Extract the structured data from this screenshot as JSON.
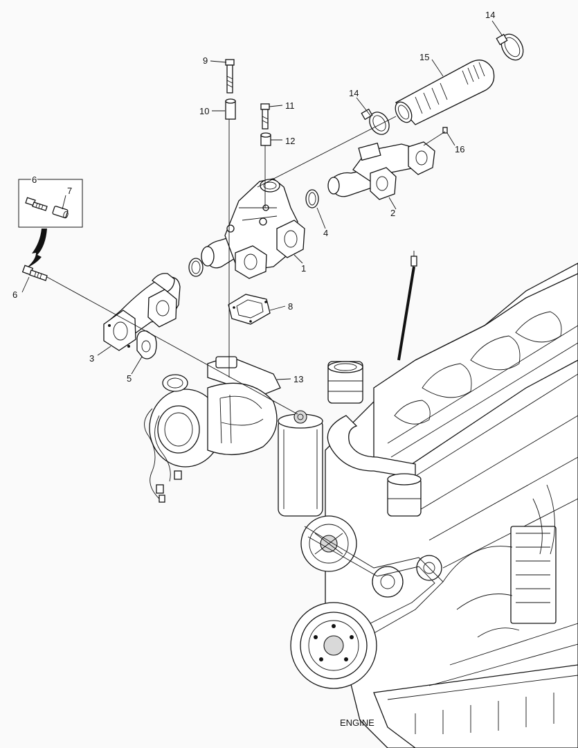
{
  "diagram": {
    "caption": "ENGINE",
    "callouts": {
      "c1": "1",
      "c2": "2",
      "c3": "3",
      "c4": "4",
      "c5": "5",
      "c6_box": "6",
      "c6": "6",
      "c7": "7",
      "c8": "8",
      "c9": "9",
      "c10": "10",
      "c11": "11",
      "c12": "12",
      "c13": "13",
      "c14_top": "14",
      "c14_mid": "14",
      "c15": "15",
      "c16": "16"
    }
  }
}
